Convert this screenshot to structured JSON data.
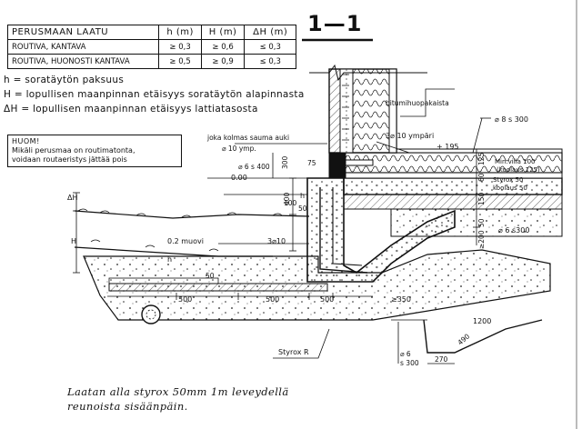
{
  "section_title": "1—1",
  "table": {
    "headers": [
      "PERUSMAAN LAATU",
      "h (m)",
      "H (m)",
      "ΔH (m)"
    ],
    "rows": [
      [
        "ROUTIVA, KANTAVA",
        "≥ 0,3",
        "≥ 0,6",
        "≤ 0,3"
      ],
      [
        "ROUTIVA, HUONOSTI KANTAVA",
        "≥ 0,5",
        "≥ 0,9",
        "≤ 0,3"
      ]
    ]
  },
  "legend": [
    "h = soratäytön paksuus",
    "H = lopullisen maanpinnan etäisyys soratäytön alapinnasta",
    "ΔH = lopullisen maanpinnan etäisyys lattiatasosta"
  ],
  "note": {
    "title": "HUOM!",
    "lines": [
      "Mikäli perusmaa on routimatonta,",
      "voidaan routaeristys jättää pois"
    ]
  },
  "labels": {
    "bitumen": "bitumihuopakaista",
    "every_third": "joka kolmas sauma auki",
    "rebar_top": "⌀ 8 s 300",
    "rebar_10ymp": "⌀ 10 ymp.",
    "rebar_3x10_ymp": "3⌀ 10 ympäri",
    "plus195": "+ 195",
    "rebar_6s400": "⌀ 6 s 400",
    "level_000": "0.00",
    "dim_75": "75",
    "dim_300": "300",
    "dim_400": "400",
    "dim_h": "h",
    "dim_100": "100",
    "dim_50": "50",
    "dim_150": "150",
    "dim_60": "60",
    "dim_125": "125",
    "dim_ge200": "≥200",
    "dim_ge350": "≥350",
    "dim_500a": "500",
    "dim_500b": "500",
    "dim_500c": "500",
    "dim_1200": "1200",
    "dim_270": "270",
    "dim_490": "490",
    "dim_50b": "50",
    "dim_50c": "50",
    "min_villa_1": "Min.villa 100",
    "min_villa_2": "(koolaus 125)",
    "styrox_50_1": "Styrox 50",
    "styrox_50_2": "koolaus 50",
    "rebar_6s300_right": "⌀ 6 s300",
    "delta_h": "ΔH",
    "h_left": "H",
    "h_small": "h",
    "muovi": "0.2 muovi",
    "rebar_3x10": "3⌀10",
    "styrox_r": "Styrox R",
    "rebar_6": "⌀ 6",
    "rebar_s300": "s 300"
  },
  "handwritten": [
    "Laatan alla styrox 50mm 1m leveydellä",
    "reunoista sisäänpäin."
  ]
}
